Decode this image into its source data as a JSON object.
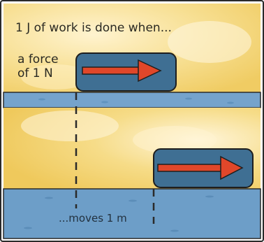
{
  "diagram": {
    "title": "1 J of work is done when...",
    "force_label": "a force\nof 1 N",
    "distance_label": "...moves 1 m"
  },
  "colors": {
    "background_yellow": "#f4d77a",
    "floor_blue": "#6f9fc9",
    "block_blue": "#3f6f93",
    "arrow_red": "#e0472a",
    "outline": "#1e1e1e"
  }
}
